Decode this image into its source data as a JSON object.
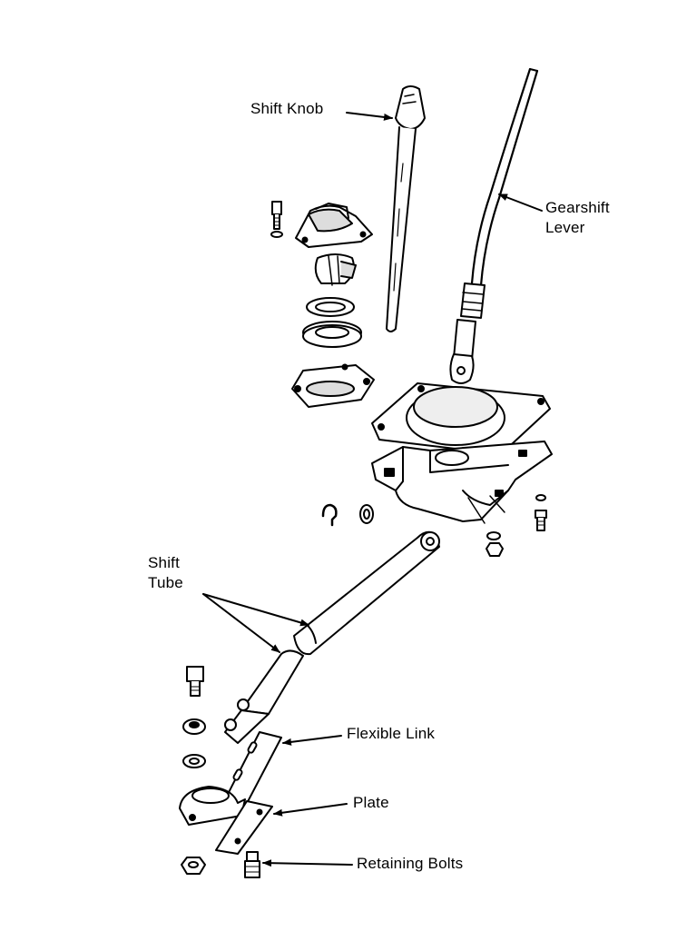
{
  "labels": {
    "shift_knob": "Shift Knob",
    "gearshift_lever_line1": "Gearshift",
    "gearshift_lever_line2": "Lever",
    "shift_tube_line1": "Shift",
    "shift_tube_line2": "Tube",
    "flexible_link": "Flexible Link",
    "plate": "Plate",
    "retaining_bolts": "Retaining Bolts"
  },
  "colors": {
    "ink": "#000000",
    "paper": "#ffffff",
    "shade": "#cfcfcf"
  }
}
